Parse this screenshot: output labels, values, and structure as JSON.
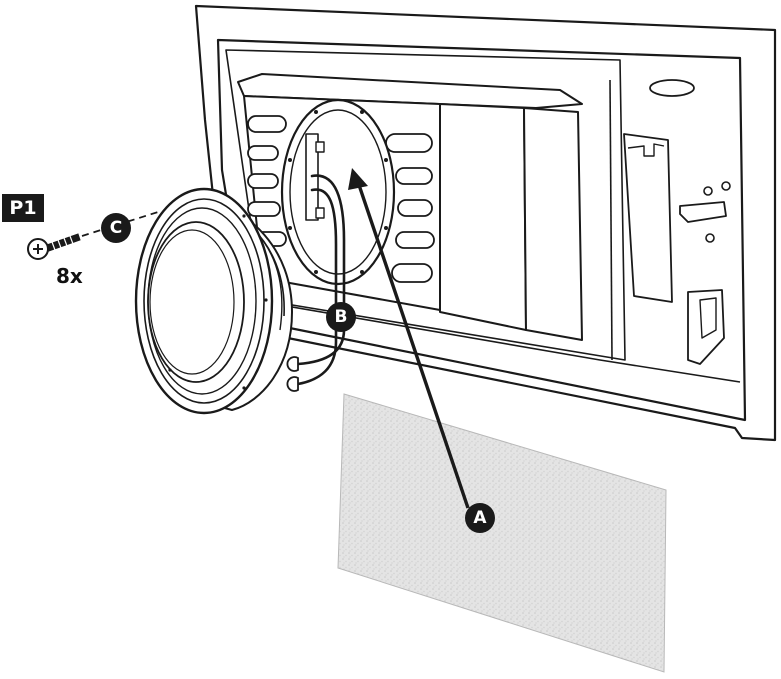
{
  "part_label": "P1",
  "quantity": "8x",
  "callouts": {
    "a": "A",
    "b": "B",
    "c": "C"
  },
  "colors": {
    "line": "#1a1a1a",
    "callout_fill": "#1a1a1a",
    "foam_fill": "#e2e2e2"
  }
}
